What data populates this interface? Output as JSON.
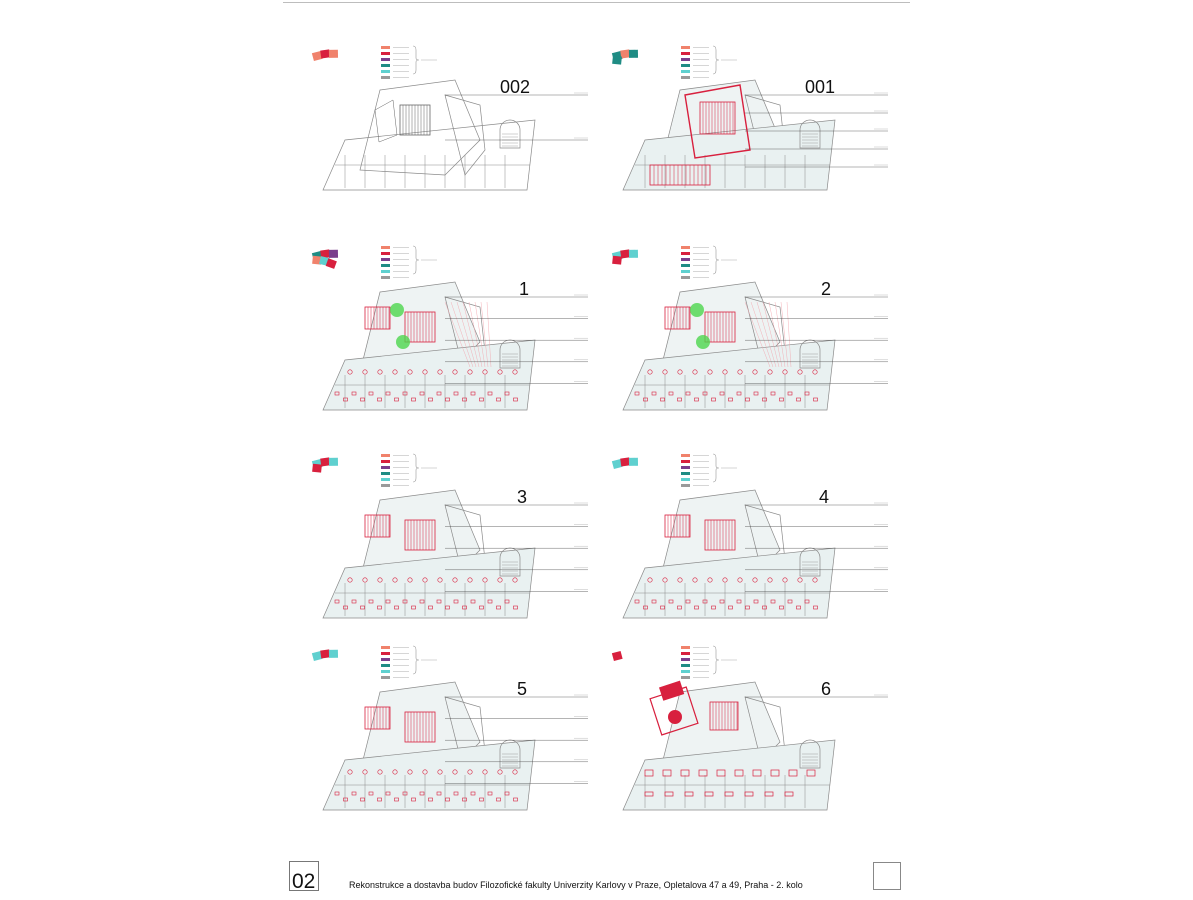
{
  "colors": {
    "salmon": "#f0826c",
    "red": "#d8203e",
    "purple": "#7a3e8c",
    "teal": "#1f8c84",
    "cyan": "#5fd0cf",
    "grey": "#9a9a9a",
    "green": "#4cd64c",
    "line": "#8a8a8a"
  },
  "legend_labels": [
    "",
    "",
    "",
    "",
    "",
    ""
  ],
  "floors": [
    {
      "id": "002",
      "label": "002"
    },
    {
      "id": "001",
      "label": "001"
    },
    {
      "id": "1",
      "label": "1"
    },
    {
      "id": "2",
      "label": "2"
    },
    {
      "id": "3",
      "label": "3"
    },
    {
      "id": "4",
      "label": "4"
    },
    {
      "id": "5",
      "label": "5"
    },
    {
      "id": "6",
      "label": "6"
    }
  ],
  "footer": {
    "sheet_number": "02",
    "title": "Rekonstrukce a dostavba budov Filozofické fakulty Univerzity Karlovy v Praze, Opletalova 47 a 49, Praha - 2. kolo"
  }
}
